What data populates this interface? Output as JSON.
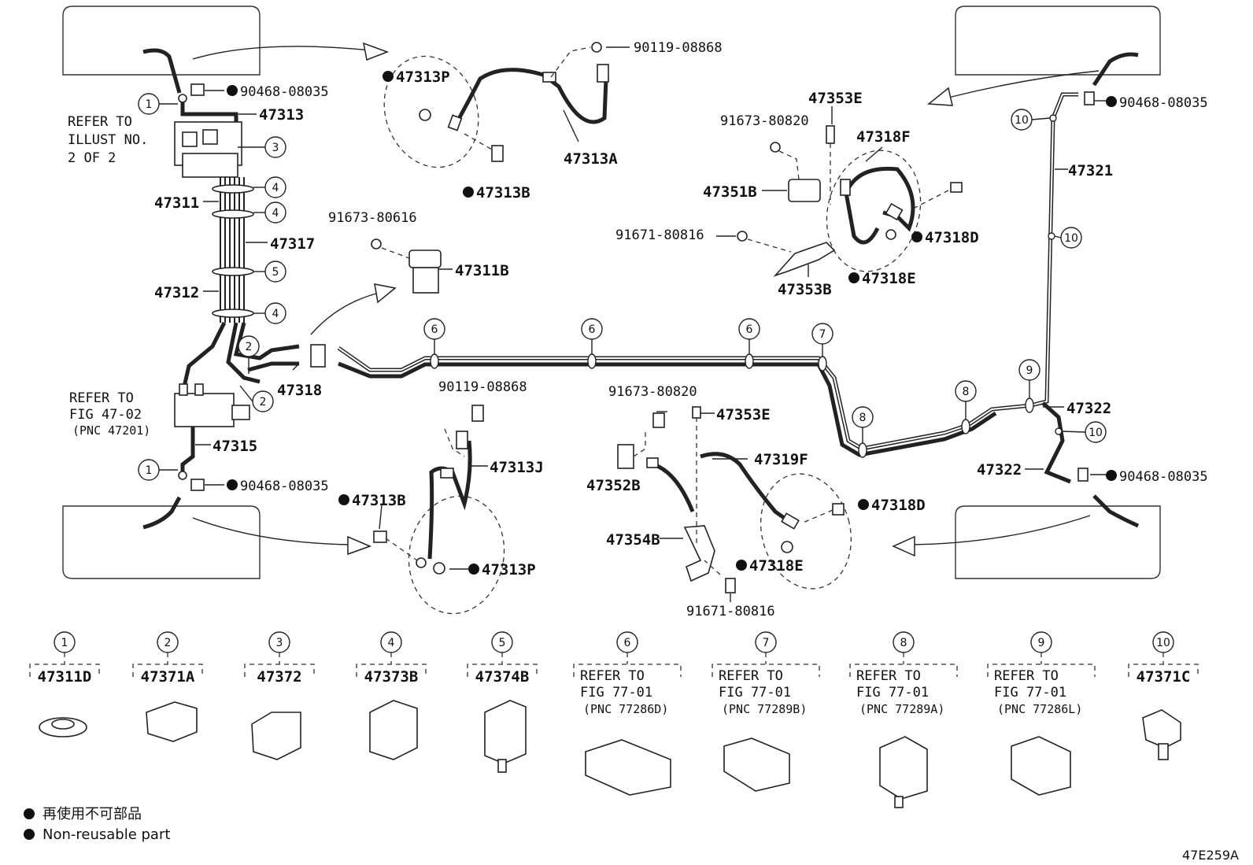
{
  "callouts": [
    {
      "id": "c-47313P-top",
      "text": "47313P",
      "bullet": true
    },
    {
      "id": "c-90119-top",
      "text": "90119-08868",
      "bullet": false
    },
    {
      "id": "c-47313A",
      "text": "47313A",
      "bullet": false
    },
    {
      "id": "c-47313B-top",
      "text": "47313B",
      "bullet": true
    },
    {
      "id": "c-90468-tl",
      "text": "90468-08035",
      "bullet": true
    },
    {
      "id": "c-47313",
      "text": "47313",
      "bullet": false
    },
    {
      "id": "c-47311",
      "text": "47311",
      "bullet": false
    },
    {
      "id": "c-47317",
      "text": "47317",
      "bullet": false
    },
    {
      "id": "c-47312",
      "text": "47312",
      "bullet": false
    },
    {
      "id": "c-91673-616",
      "text": "91673-80616",
      "bullet": false
    },
    {
      "id": "c-47311B",
      "text": "47311B",
      "bullet": false
    },
    {
      "id": "c-47318",
      "text": "47318",
      "bullet": false
    },
    {
      "id": "c-47315",
      "text": "47315",
      "bullet": false
    },
    {
      "id": "c-90468-bl",
      "text": "90468-08035",
      "bullet": true
    },
    {
      "id": "c-47313B-bot",
      "text": "47313B",
      "bullet": true
    },
    {
      "id": "c-90119-bot",
      "text": "90119-08868",
      "bullet": false
    },
    {
      "id": "c-47313J",
      "text": "47313J",
      "bullet": false
    },
    {
      "id": "c-47313P-bot",
      "text": "47313P",
      "bullet": true
    },
    {
      "id": "c-47353E-top",
      "text": "47353E",
      "bullet": false
    },
    {
      "id": "c-91673-820-top",
      "text": "91673-80820",
      "bullet": false
    },
    {
      "id": "c-47318F",
      "text": "47318F",
      "bullet": false
    },
    {
      "id": "c-47351B",
      "text": "47351B",
      "bullet": false
    },
    {
      "id": "c-91671-top",
      "text": "91671-80816",
      "bullet": false
    },
    {
      "id": "c-47318D-top",
      "text": "47318D",
      "bullet": true
    },
    {
      "id": "c-47318E-top",
      "text": "47318E",
      "bullet": true
    },
    {
      "id": "c-47353B",
      "text": "47353B",
      "bullet": false
    },
    {
      "id": "c-90468-tr",
      "text": "90468-08035",
      "bullet": true
    },
    {
      "id": "c-47321",
      "text": "47321",
      "bullet": false
    },
    {
      "id": "c-47322-a",
      "text": "47322",
      "bullet": false
    },
    {
      "id": "c-47322-b",
      "text": "47322",
      "bullet": false
    },
    {
      "id": "c-90468-br",
      "text": "90468-08035",
      "bullet": true
    },
    {
      "id": "c-91673-820-bot",
      "text": "91673-80820",
      "bullet": false
    },
    {
      "id": "c-47353E-bot",
      "text": "47353E",
      "bullet": false
    },
    {
      "id": "c-47319F",
      "text": "47319F",
      "bullet": false
    },
    {
      "id": "c-47352B",
      "text": "47352B",
      "bullet": false
    },
    {
      "id": "c-47354B",
      "text": "47354B",
      "bullet": false
    },
    {
      "id": "c-47318D-bot",
      "text": "47318D",
      "bullet": true
    },
    {
      "id": "c-47318E-bot",
      "text": "47318E",
      "bullet": true
    },
    {
      "id": "c-91671-bot",
      "text": "91671-80816",
      "bullet": false
    }
  ],
  "refer_top": [
    "REFER TO",
    "ILLUST NO.",
    "2 OF 2"
  ],
  "refer_fig": [
    "REFER TO",
    "FIG 47-02",
    "(PNC 47201)"
  ],
  "clamp_keys": [
    {
      "num": "1",
      "part": "47311D",
      "refer": null
    },
    {
      "num": "2",
      "part": "47371A",
      "refer": null
    },
    {
      "num": "3",
      "part": "47372",
      "refer": null
    },
    {
      "num": "4",
      "part": "47373B",
      "refer": null
    },
    {
      "num": "5",
      "part": "47374B",
      "refer": null
    },
    {
      "num": "6",
      "part": "",
      "refer": [
        "REFER TO",
        "FIG 77-01",
        "(PNC 77286D)"
      ]
    },
    {
      "num": "7",
      "part": "",
      "refer": [
        "REFER TO",
        "FIG 77-01",
        "(PNC 77289B)"
      ]
    },
    {
      "num": "8",
      "part": "",
      "refer": [
        "REFER TO",
        "FIG 77-01",
        "(PNC 77289A)"
      ]
    },
    {
      "num": "9",
      "part": "",
      "refer": [
        "REFER TO",
        "FIG 77-01",
        "(PNC 77286L)"
      ]
    },
    {
      "num": "10",
      "part": "47371C",
      "refer": null
    }
  ],
  "legend": {
    "jp": "再使用不可部品",
    "en": "Non-reusable part"
  },
  "diagram_id": "47E259A"
}
